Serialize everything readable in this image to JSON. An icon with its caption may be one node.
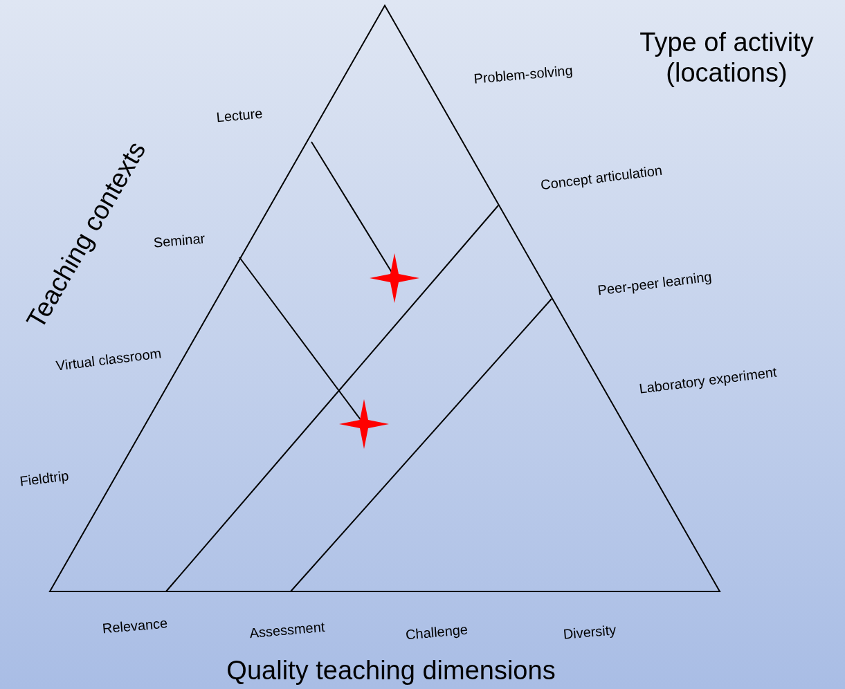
{
  "diagram": {
    "labels": [
      "Type of activity (locations)",
      "Problem-solving",
      "Lecture",
      "Teaching contexts",
      "Concept articulation",
      "Seminar",
      "Peer-peer learning",
      "Virtual classroom",
      "Laboratory experiment",
      "Fieldtrip",
      "Relevance",
      "Assessment",
      "Challenge",
      "Diversity",
      "Quality teaching dimensions"
    ]
  }
}
